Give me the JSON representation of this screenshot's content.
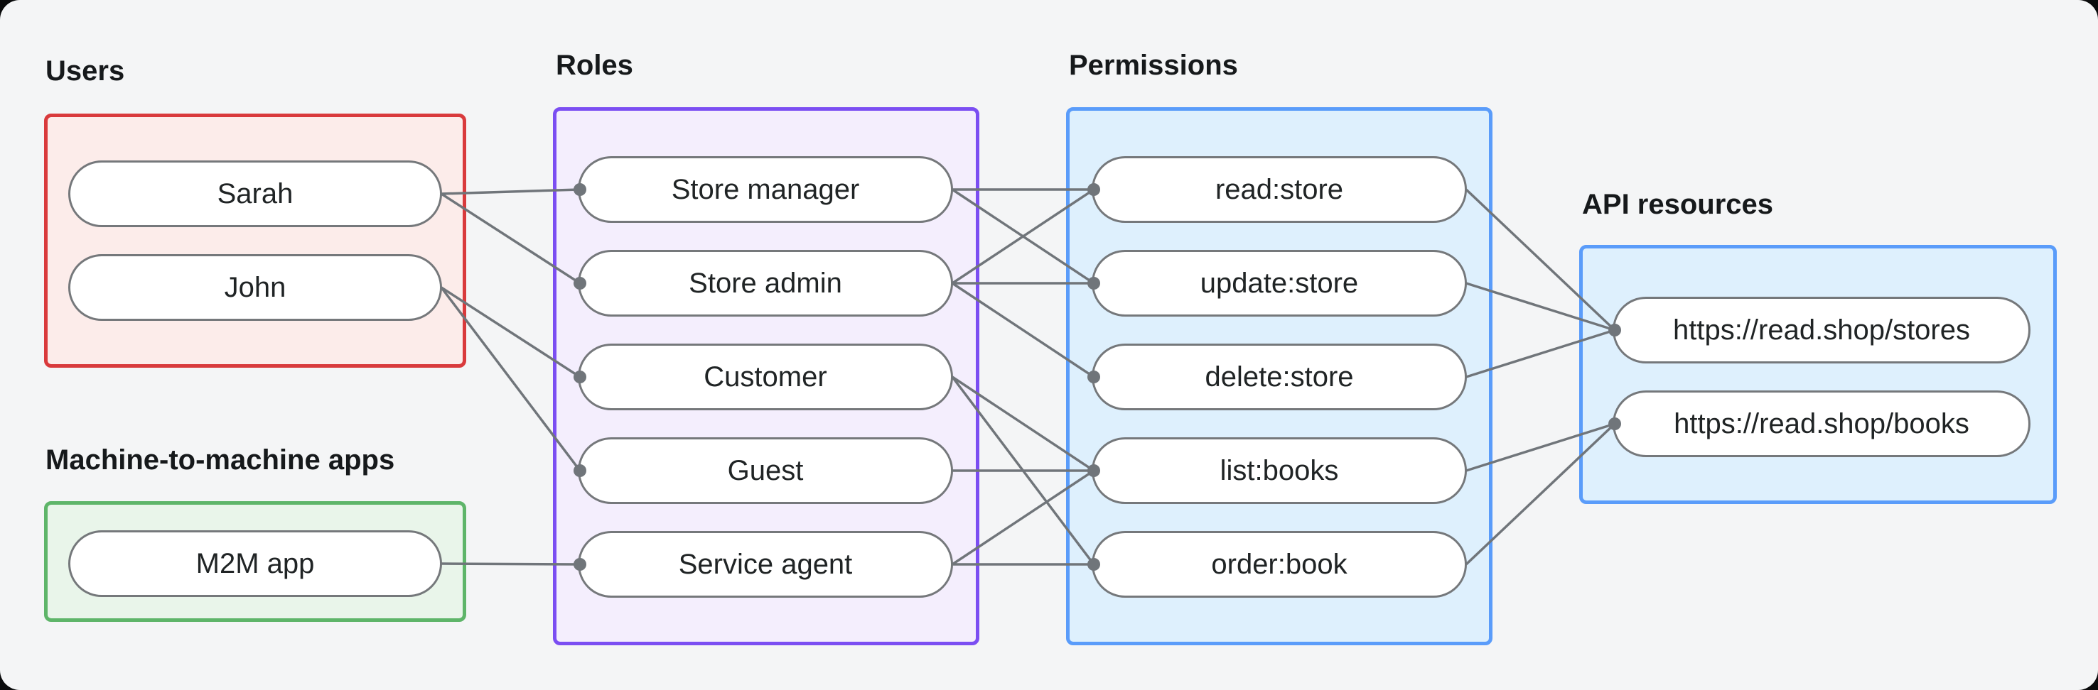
{
  "canvas": {
    "background": "#f4f5f6",
    "outer_background": "#0a0b0c"
  },
  "colors": {
    "line": "#70757a",
    "dot": "#70757a",
    "pill_border": "#75787b",
    "pill_fill": "#ffffff",
    "title_text": "#16191b",
    "pill_text": "#202425"
  },
  "groups": [
    {
      "id": "users",
      "title": "Users",
      "accent": "#d93a3c",
      "fill": "#fcecea"
    },
    {
      "id": "m2m",
      "title": "Machine-to-machine apps",
      "accent": "#5eb569",
      "fill": "#e9f5ea"
    },
    {
      "id": "roles",
      "title": "Roles",
      "accent": "#7b4ef2",
      "fill": "#f4eefd"
    },
    {
      "id": "permissions",
      "title": "Permissions",
      "accent": "#5a9cfa",
      "fill": "#def0fd"
    },
    {
      "id": "api",
      "title": "API resources",
      "accent": "#5a9cfa",
      "fill": "#def0fd"
    }
  ],
  "nodes": [
    {
      "id": "sarah",
      "group": "users",
      "label": "Sarah"
    },
    {
      "id": "john",
      "group": "users",
      "label": "John"
    },
    {
      "id": "m2m-app",
      "group": "m2m",
      "label": "M2M app"
    },
    {
      "id": "store-manager",
      "group": "roles",
      "label": "Store manager"
    },
    {
      "id": "store-admin",
      "group": "roles",
      "label": "Store admin"
    },
    {
      "id": "customer",
      "group": "roles",
      "label": "Customer"
    },
    {
      "id": "guest",
      "group": "roles",
      "label": "Guest"
    },
    {
      "id": "service-agent",
      "group": "roles",
      "label": "Service agent"
    },
    {
      "id": "read-store",
      "group": "permissions",
      "label": "read:store"
    },
    {
      "id": "update-store",
      "group": "permissions",
      "label": "update:store"
    },
    {
      "id": "delete-store",
      "group": "permissions",
      "label": "delete:store"
    },
    {
      "id": "list-books",
      "group": "permissions",
      "label": "list:books"
    },
    {
      "id": "order-book",
      "group": "permissions",
      "label": "order:book"
    },
    {
      "id": "stores-api",
      "group": "api",
      "label": "https://read.shop/stores"
    },
    {
      "id": "books-api",
      "group": "api",
      "label": "https://read.shop/books"
    }
  ],
  "edges": [
    {
      "from": "sarah",
      "to": "store-manager"
    },
    {
      "from": "sarah",
      "to": "store-admin"
    },
    {
      "from": "john",
      "to": "customer"
    },
    {
      "from": "john",
      "to": "guest"
    },
    {
      "from": "m2m-app",
      "to": "service-agent"
    },
    {
      "from": "store-manager",
      "to": "read-store"
    },
    {
      "from": "store-manager",
      "to": "update-store"
    },
    {
      "from": "store-admin",
      "to": "read-store"
    },
    {
      "from": "store-admin",
      "to": "update-store"
    },
    {
      "from": "store-admin",
      "to": "delete-store"
    },
    {
      "from": "customer",
      "to": "list-books"
    },
    {
      "from": "customer",
      "to": "order-book"
    },
    {
      "from": "guest",
      "to": "list-books"
    },
    {
      "from": "service-agent",
      "to": "list-books"
    },
    {
      "from": "service-agent",
      "to": "order-book"
    },
    {
      "from": "read-store",
      "to": "stores-api"
    },
    {
      "from": "update-store",
      "to": "stores-api"
    },
    {
      "from": "delete-store",
      "to": "stores-api"
    },
    {
      "from": "list-books",
      "to": "books-api"
    },
    {
      "from": "order-book",
      "to": "books-api"
    }
  ]
}
